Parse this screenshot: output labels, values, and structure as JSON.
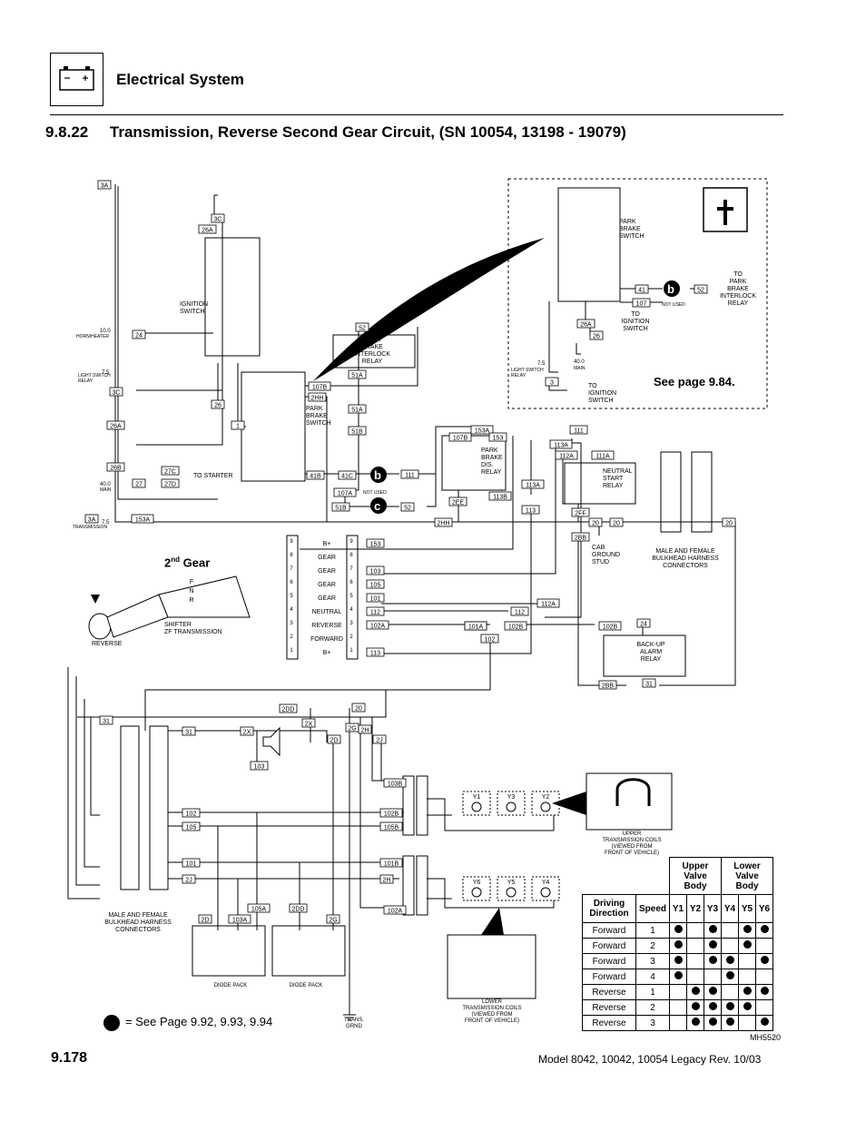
{
  "header": {
    "title": "Electrical System",
    "section_number": "9.8.22",
    "section_title": "Transmission, Reverse Second Gear Circuit, (SN 10054, 13198 - 19079)"
  },
  "footer": {
    "page_number": "9.178",
    "model": "Model  8042, 10042, 10054 Legacy    Rev.  10/03",
    "legend": "=  See Page 9.92, 9.93, 9.94",
    "figure_id": "MH5520"
  },
  "inset": {
    "see_page": "See page 9.84.",
    "park_brake_switch": "PARK\nBRAKE\nSWITCH",
    "to_ignition": "TO\nIGNITION\nSWITCH",
    "to_ignition2": "TO\nIGNITION\nSWITCH",
    "to_park": "TO\nPARK\nBRAKE\nINTERLOCK\nRELAY",
    "not_used": "NOT USED",
    "wires": [
      "41",
      "107",
      "52",
      "26A",
      "26",
      "3"
    ],
    "fuse_7_5": "7.5",
    "light_switch_relay": "LIGHT SWITCH\nRELAY",
    "fuse_40": "40.0",
    "main": "MAIN"
  },
  "labels": {
    "ignition_switch": "IGNITION\nSWITCH",
    "park_brake_switch": "PARK\nBRAKE\nSWITCH",
    "park_brake_interlock": "PARK\nBRAKE\nINTERLOCK\nRELAY",
    "park_brake_dis": "PARK\nBRAKE\nDIS.\nRELAY",
    "neutral_start": "NEUTRAL\nSTART\nRELAY",
    "cab_ground": "CAB\nGROUND\nSTUD",
    "bulkhead1": "MALE AND FEMALE\nBULKHEAD HARNESS\nCONNECTORS",
    "bulkhead2": "MALE AND FEMALE\nBULKHEAD HARNESS\nCONNECTORS",
    "to_starter": "TO STARTER",
    "not_used": "NOT USED",
    "horn": "HORN/HEATER",
    "light_relay": "LIGHT SWITCH\nRELAY",
    "main": "MAIN",
    "transmission": "TRANSMISSION",
    "gear": "Gear",
    "gear_sup": "nd",
    "gear_num": "2",
    "shifter": "SHIFTER\nZF TRANSMISSION",
    "reverse": "REVERSE",
    "fnr": [
      "F",
      "N",
      "R"
    ],
    "backup": "BACK-UP\nALARM\nRELAY",
    "upper_coils": "UPPER\nTRANSMISSION COILS\n(VIEWED FROM\nFRONT OF VEHICLE)",
    "lower_coils": "LOWER\nTRANSMISSION COILS\n(VIEWED FROM\nFRONT OF VEHICLE)",
    "diode_pack1": "DIODE PACK",
    "diode_pack2": "DIODE PACK",
    "trans_grnd": "TRANS.\nGRND",
    "fuse_10": "10.0",
    "fuse_75a": "7.5",
    "fuse_40": "40.0",
    "fuse_75b": "7.5"
  },
  "shifter_pins": [
    {
      "n": "9",
      "label": "B+",
      "wire": "153"
    },
    {
      "n": "8",
      "label": "GEAR",
      "wire": ""
    },
    {
      "n": "7",
      "label": "GEAR",
      "wire": "103"
    },
    {
      "n": "6",
      "label": "GEAR",
      "wire": "105"
    },
    {
      "n": "5",
      "label": "GEAR",
      "wire": "101"
    },
    {
      "n": "4",
      "label": "NEUTRAL",
      "wire": "112"
    },
    {
      "n": "3",
      "label": "REVERSE",
      "wire": "102A"
    },
    {
      "n": "2",
      "label": "FORWARD",
      "wire": ""
    },
    {
      "n": "1",
      "label": "B+",
      "wire": "113"
    }
  ],
  "wire_labels": [
    "3A",
    "3C",
    "26A",
    "24",
    "3C",
    "26",
    "1",
    "26A",
    "26B",
    "27C",
    "27D",
    "27",
    "3A",
    "153A",
    "52",
    "51A",
    "51A",
    "51B",
    "41B",
    "41C",
    "107A",
    "51B",
    "107B",
    "2HH",
    "111",
    "52",
    "107B",
    "2EE",
    "153A",
    "153",
    "113B",
    "2HH",
    "111",
    "113A",
    "112A",
    "111A",
    "113A",
    "113",
    "2FF",
    "20",
    "20",
    "2BB",
    "20",
    "112",
    "112A",
    "102A",
    "102B",
    "102",
    "102B",
    "24",
    "2BB",
    "31",
    "2DD",
    "2X",
    "20",
    "2G",
    "2H",
    "2J",
    "2D",
    "31",
    "31",
    "2X",
    "103",
    "102",
    "105",
    "101",
    "2J",
    "103B",
    "102B",
    "105B",
    "101B",
    "2H",
    "102A",
    "101A",
    "103A",
    "105A",
    "2DD",
    "2D",
    "2G"
  ],
  "upper_coils": [
    "Y1",
    "Y3",
    "Y2"
  ],
  "lower_coils": [
    "Y6",
    "Y5",
    "Y4"
  ],
  "speed_table": {
    "upper_valve": "Upper\nValve\nBody",
    "lower_valve": "Lower\nValve\nBody",
    "col_direction": "Driving\nDirection",
    "col_speed": "Speed",
    "cols": [
      "Y1",
      "Y2",
      "Y3",
      "Y4",
      "Y5",
      "Y6"
    ],
    "rows": [
      {
        "dir": "Forward",
        "speed": "1",
        "on": [
          1,
          0,
          1,
          0,
          1,
          1
        ]
      },
      {
        "dir": "Forward",
        "speed": "2",
        "on": [
          1,
          0,
          1,
          0,
          1,
          0
        ]
      },
      {
        "dir": "Forward",
        "speed": "3",
        "on": [
          1,
          0,
          1,
          1,
          0,
          1
        ]
      },
      {
        "dir": "Forward",
        "speed": "4",
        "on": [
          1,
          0,
          0,
          1,
          0,
          0
        ]
      },
      {
        "dir": "Reverse",
        "speed": "1",
        "on": [
          0,
          1,
          1,
          0,
          1,
          1
        ]
      },
      {
        "dir": "Reverse",
        "speed": "2",
        "on": [
          0,
          1,
          1,
          1,
          1,
          0
        ]
      },
      {
        "dir": "Reverse",
        "speed": "3",
        "on": [
          0,
          1,
          1,
          1,
          0,
          1
        ]
      }
    ]
  }
}
